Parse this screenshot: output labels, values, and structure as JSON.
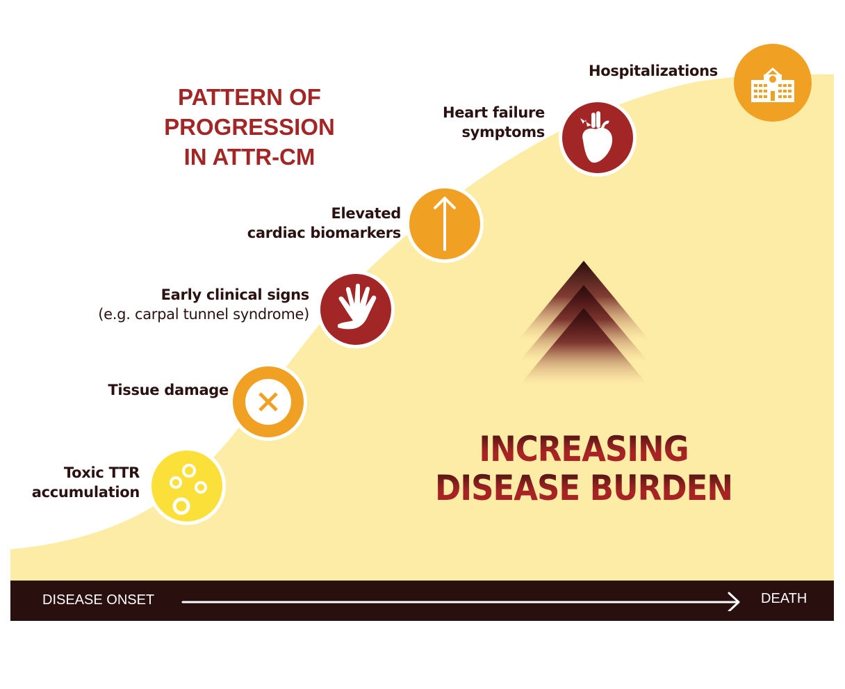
{
  "title": {
    "lines": [
      "PATTERN OF",
      "PROGRESSION",
      "IN ATTR-CM"
    ]
  },
  "stages": [
    {
      "label_lines": [
        "Toxic TTR",
        "accumulation"
      ],
      "icon": "particles-icon",
      "circle_color": "#fbe03a"
    },
    {
      "label_lines": [
        "Tissue damage"
      ],
      "icon": "x-mark-icon",
      "circle_color": "#f0a124"
    },
    {
      "label_lines": [
        "Early clinical signs",
        "(e.g. carpal tunnel syndrome)"
      ],
      "icon": "hand-icon",
      "circle_color": "#a32626"
    },
    {
      "label_lines": [
        "Elevated",
        "cardiac biomarkers"
      ],
      "icon": "up-arrow-icon",
      "circle_color": "#f0a124"
    },
    {
      "label_lines": [
        "Heart failure",
        "symptoms"
      ],
      "icon": "heart-icon",
      "circle_color": "#a32626"
    },
    {
      "label_lines": [
        "Hospitalizations"
      ],
      "icon": "hospital-icon",
      "circle_color": "#f0a124"
    }
  ],
  "burden": {
    "lines": [
      "INCREASING",
      "DISEASE BURDEN"
    ],
    "icon": "stacked-triangles-icon"
  },
  "timeline": {
    "start_label": "DISEASE ONSET",
    "end_label": "DEATH",
    "bar_color": "#2a0f0f"
  },
  "colors": {
    "title_red": "#a32626",
    "label_dark": "#2a1212",
    "curve_top": "#d4938e",
    "curve_mid": "#e2b392",
    "curve_bottom": "#fdeca6",
    "orange": "#f0a124",
    "yellow": "#fbe03a",
    "red": "#a32626"
  }
}
